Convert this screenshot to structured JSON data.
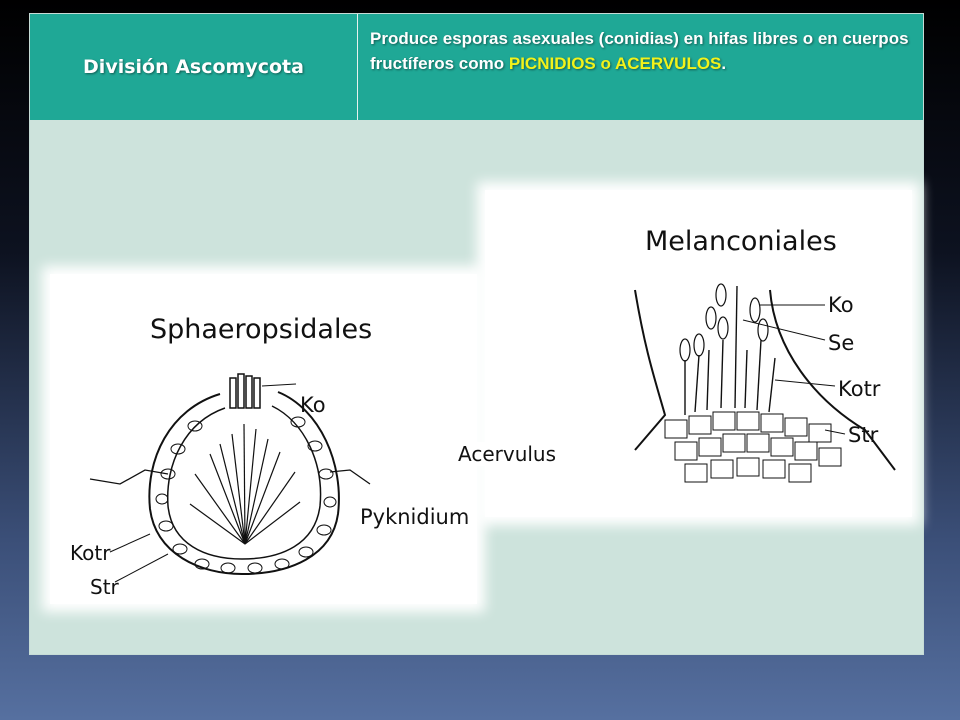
{
  "header": {
    "division_title": "División Ascomycota",
    "description_prefix": "Produce esporas asexuales (conidias) en hifas libres o en cuerpos fructíferos  como ",
    "description_highlight": "PICNIDIOS o ACERVULOS",
    "description_suffix": ".",
    "highlight_color": "#f2f21a",
    "header_color": "#1fa896"
  },
  "figure_left": {
    "title": "Sphaeropsidales",
    "labels": {
      "ko": "Ko",
      "pyknidium": "Pyknidium",
      "kotr": "Kotr",
      "str": "Str"
    }
  },
  "figure_right": {
    "title": "Melanconiales",
    "labels": {
      "ko": "Ko",
      "se": "Se",
      "kotr": "Kotr",
      "str": "Str",
      "acervulus": "Acervulus"
    }
  }
}
